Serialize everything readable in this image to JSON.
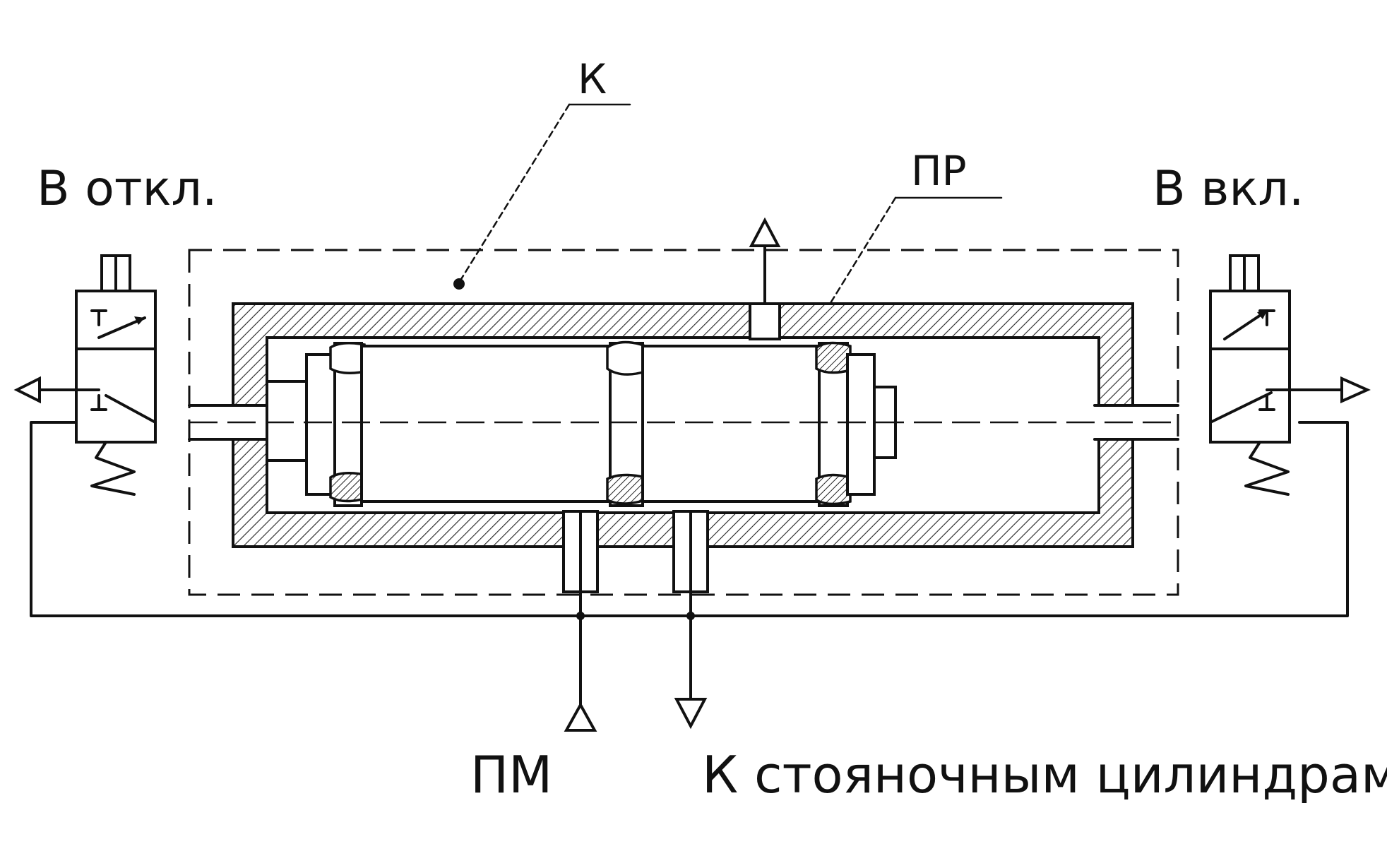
{
  "labels": {
    "k_top": "К",
    "v_otkl": "В откл.",
    "pr": "ПР",
    "v_vkl": "В вкл.",
    "pm": "ПМ",
    "k_cylinders": "К стояночным цилиндрам"
  }
}
